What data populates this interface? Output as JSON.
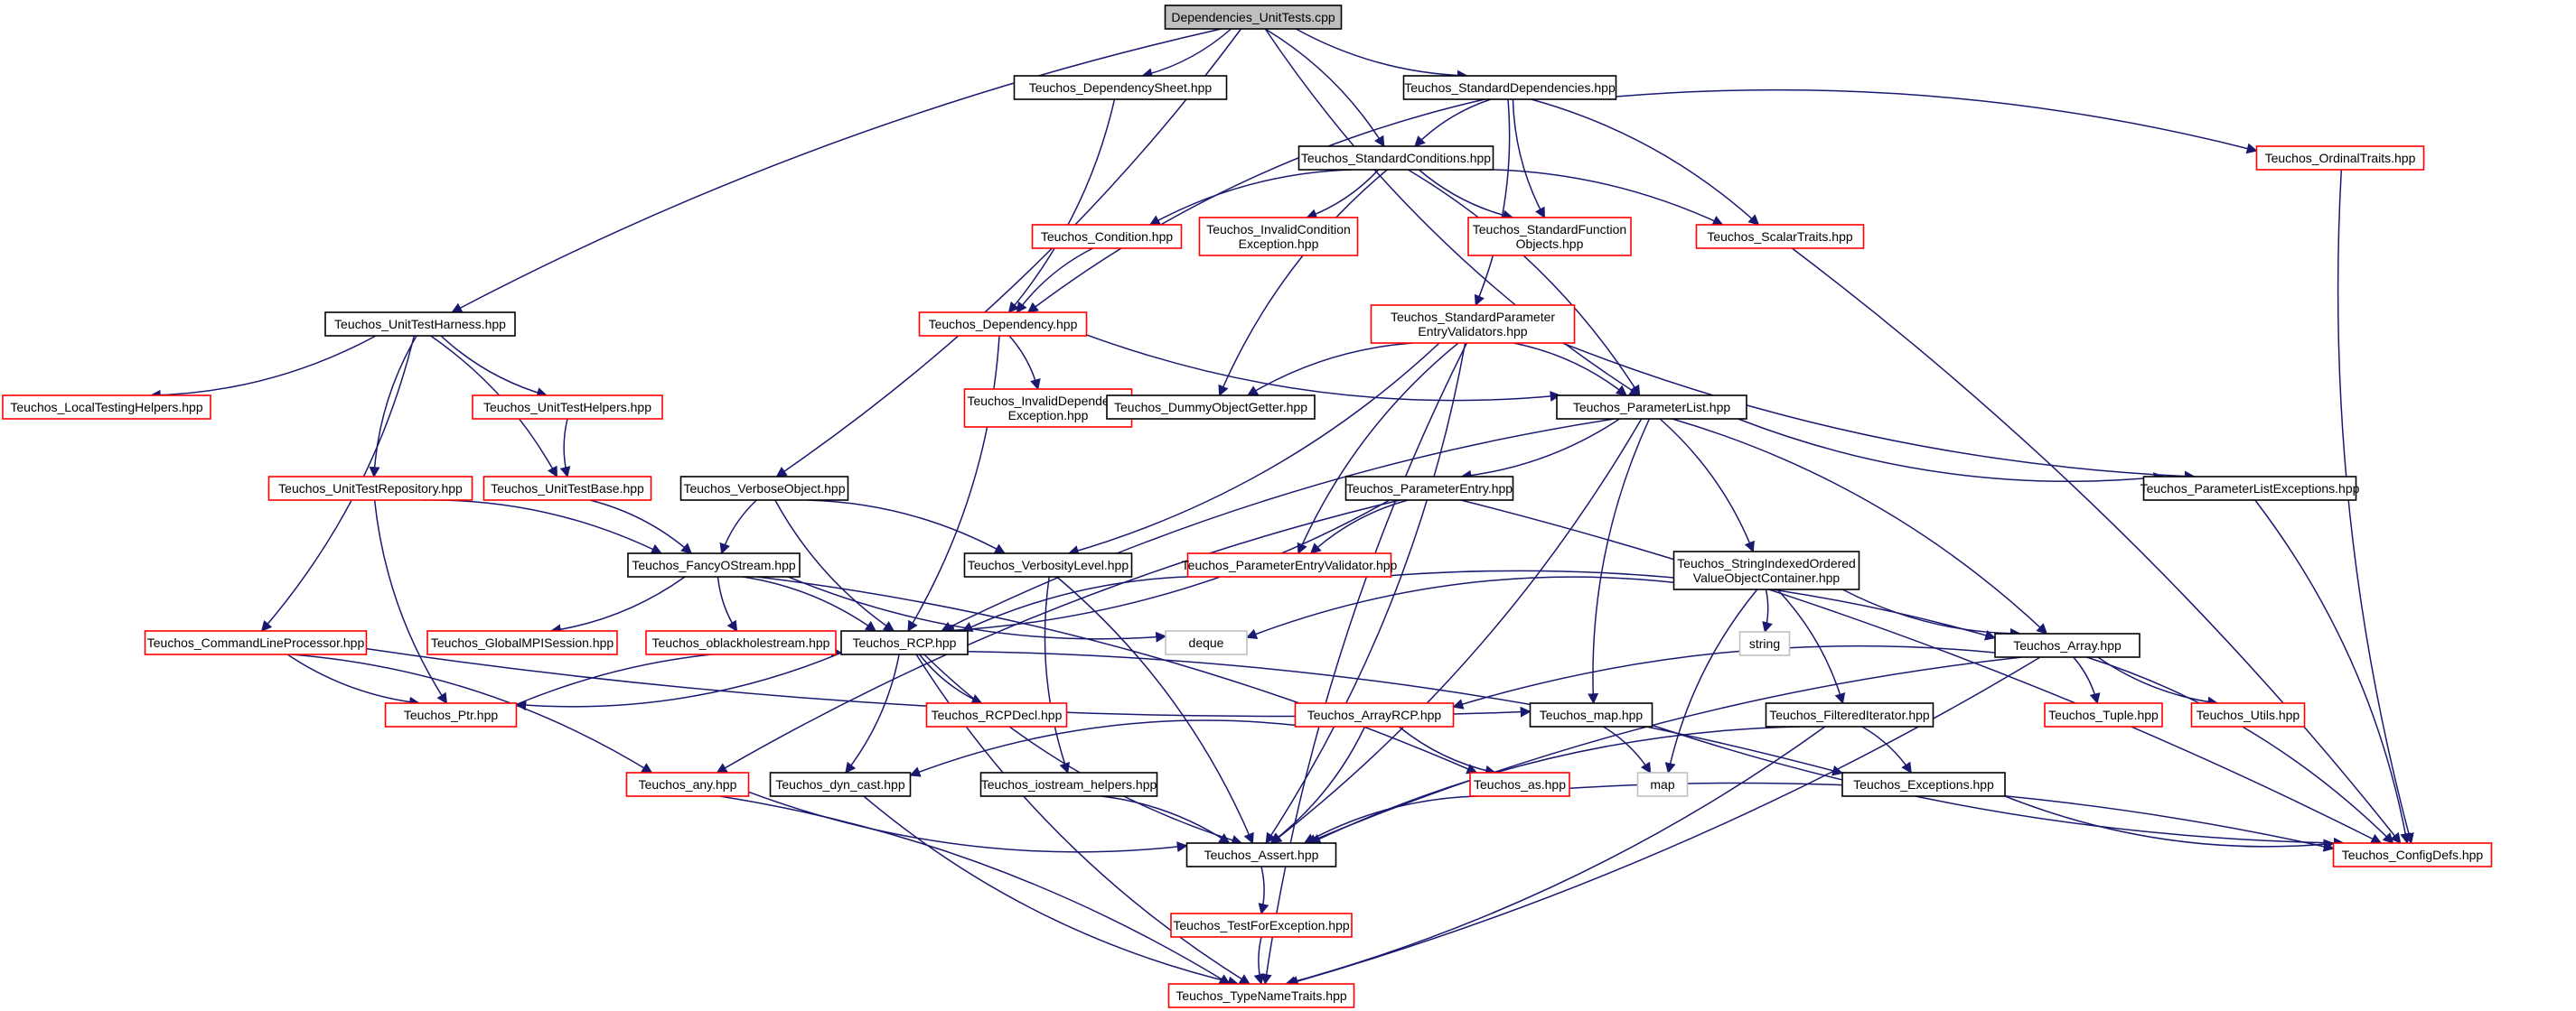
{
  "diagram": {
    "type": "dependency-graph",
    "colors": {
      "edge": "#191970",
      "node_documented": "#000000",
      "node_undocumented": "#ff0000",
      "node_system": "#bfbfbf",
      "root_fill": "#bfbfbf"
    },
    "nodes": [
      {
        "id": "root",
        "lines": [
          "Dependencies_UnitTests.cpp"
        ],
        "kind": "root"
      },
      {
        "id": "depsheet",
        "lines": [
          "Teuchos_DependencySheet.hpp"
        ],
        "kind": "documented"
      },
      {
        "id": "stddeps",
        "lines": [
          "Teuchos_StandardDependencies.hpp"
        ],
        "kind": "documented"
      },
      {
        "id": "stdcond",
        "lines": [
          "Teuchos_StandardConditions.hpp"
        ],
        "kind": "documented"
      },
      {
        "id": "ordinal",
        "lines": [
          "Teuchos_OrdinalTraits.hpp"
        ],
        "kind": "undocumented"
      },
      {
        "id": "condition",
        "lines": [
          "Teuchos_Condition.hpp"
        ],
        "kind": "undocumented"
      },
      {
        "id": "invcond",
        "lines": [
          "Teuchos_InvalidCondition",
          "Exception.hpp"
        ],
        "kind": "undocumented"
      },
      {
        "id": "stdfunc",
        "lines": [
          "Teuchos_StandardFunction",
          "Objects.hpp"
        ],
        "kind": "undocumented"
      },
      {
        "id": "scalar",
        "lines": [
          "Teuchos_ScalarTraits.hpp"
        ],
        "kind": "undocumented"
      },
      {
        "id": "uth",
        "lines": [
          "Teuchos_UnitTestHarness.hpp"
        ],
        "kind": "documented"
      },
      {
        "id": "dependency",
        "lines": [
          "Teuchos_Dependency.hpp"
        ],
        "kind": "undocumented"
      },
      {
        "id": "spev",
        "lines": [
          "Teuchos_StandardParameter",
          "EntryValidators.hpp"
        ],
        "kind": "undocumented"
      },
      {
        "id": "ltest",
        "lines": [
          "Teuchos_LocalTestingHelpers.hpp"
        ],
        "kind": "undocumented"
      },
      {
        "id": "uthelp",
        "lines": [
          "Teuchos_UnitTestHelpers.hpp"
        ],
        "kind": "undocumented"
      },
      {
        "id": "invdep",
        "lines": [
          "Teuchos_InvalidDependency",
          "Exception.hpp"
        ],
        "kind": "undocumented"
      },
      {
        "id": "dummy",
        "lines": [
          "Teuchos_DummyObjectGetter.hpp"
        ],
        "kind": "documented"
      },
      {
        "id": "plist",
        "lines": [
          "Teuchos_ParameterList.hpp"
        ],
        "kind": "documented"
      },
      {
        "id": "utrepo",
        "lines": [
          "Teuchos_UnitTestRepository.hpp"
        ],
        "kind": "undocumented"
      },
      {
        "id": "utbase",
        "lines": [
          "Teuchos_UnitTestBase.hpp"
        ],
        "kind": "undocumented"
      },
      {
        "id": "verbobj",
        "lines": [
          "Teuchos_VerboseObject.hpp"
        ],
        "kind": "documented"
      },
      {
        "id": "pentry",
        "lines": [
          "Teuchos_ParameterEntry.hpp"
        ],
        "kind": "documented"
      },
      {
        "id": "plexc",
        "lines": [
          "Teuchos_ParameterListExceptions.hpp"
        ],
        "kind": "documented"
      },
      {
        "id": "fos",
        "lines": [
          "Teuchos_FancyOStream.hpp"
        ],
        "kind": "documented"
      },
      {
        "id": "verblevel",
        "lines": [
          "Teuchos_VerbosityLevel.hpp"
        ],
        "kind": "documented"
      },
      {
        "id": "pev",
        "lines": [
          "Teuchos_ParameterEntryValidator.hpp"
        ],
        "kind": "undocumented"
      },
      {
        "id": "sivoc",
        "lines": [
          "Teuchos_StringIndexedOrdered",
          "ValueObjectContainer.hpp"
        ],
        "kind": "documented"
      },
      {
        "id": "cmdline",
        "lines": [
          "Teuchos_CommandLineProcessor.hpp"
        ],
        "kind": "undocumented"
      },
      {
        "id": "gmpi",
        "lines": [
          "Teuchos_GlobalMPISession.hpp"
        ],
        "kind": "undocumented"
      },
      {
        "id": "oblack",
        "lines": [
          "Teuchos_oblackholestream.hpp"
        ],
        "kind": "undocumented"
      },
      {
        "id": "rcp",
        "lines": [
          "Teuchos_RCP.hpp"
        ],
        "kind": "documented"
      },
      {
        "id": "deque",
        "lines": [
          "deque"
        ],
        "kind": "system"
      },
      {
        "id": "string",
        "lines": [
          "string"
        ],
        "kind": "system"
      },
      {
        "id": "array",
        "lines": [
          "Teuchos_Array.hpp"
        ],
        "kind": "documented"
      },
      {
        "id": "ptr",
        "lines": [
          "Teuchos_Ptr.hpp"
        ],
        "kind": "undocumented"
      },
      {
        "id": "rcpdecl",
        "lines": [
          "Teuchos_RCPDecl.hpp"
        ],
        "kind": "undocumented"
      },
      {
        "id": "arcp",
        "lines": [
          "Teuchos_ArrayRCP.hpp"
        ],
        "kind": "undocumented"
      },
      {
        "id": "map",
        "lines": [
          "Teuchos_map.hpp"
        ],
        "kind": "documented"
      },
      {
        "id": "filtit",
        "lines": [
          "Teuchos_FilteredIterator.hpp"
        ],
        "kind": "documented"
      },
      {
        "id": "tuple",
        "lines": [
          "Teuchos_Tuple.hpp"
        ],
        "kind": "undocumented"
      },
      {
        "id": "utils",
        "lines": [
          "Teuchos_Utils.hpp"
        ],
        "kind": "undocumented"
      },
      {
        "id": "any",
        "lines": [
          "Teuchos_any.hpp"
        ],
        "kind": "undocumented"
      },
      {
        "id": "dyncast",
        "lines": [
          "Teuchos_dyn_cast.hpp"
        ],
        "kind": "documented"
      },
      {
        "id": "iohelp",
        "lines": [
          "Teuchos_iostream_helpers.hpp"
        ],
        "kind": "documented"
      },
      {
        "id": "as",
        "lines": [
          "Teuchos_as.hpp"
        ],
        "kind": "undocumented"
      },
      {
        "id": "stdmap",
        "lines": [
          "map"
        ],
        "kind": "system"
      },
      {
        "id": "exceptions",
        "lines": [
          "Teuchos_Exceptions.hpp"
        ],
        "kind": "documented"
      },
      {
        "id": "assert",
        "lines": [
          "Teuchos_Assert.hpp"
        ],
        "kind": "documented"
      },
      {
        "id": "config",
        "lines": [
          "Teuchos_ConfigDefs.hpp"
        ],
        "kind": "undocumented"
      },
      {
        "id": "tfe",
        "lines": [
          "Teuchos_TestForException.hpp"
        ],
        "kind": "undocumented"
      },
      {
        "id": "tnt",
        "lines": [
          "Teuchos_TypeNameTraits.hpp"
        ],
        "kind": "undocumented"
      }
    ],
    "edges": [
      [
        "root",
        "depsheet"
      ],
      [
        "root",
        "stddeps"
      ],
      [
        "root",
        "stdcond"
      ],
      [
        "root",
        "uth"
      ],
      [
        "root",
        "verbobj"
      ],
      [
        "root",
        "plist"
      ],
      [
        "depsheet",
        "dependency"
      ],
      [
        "stddeps",
        "stdcond"
      ],
      [
        "stddeps",
        "ordinal"
      ],
      [
        "stddeps",
        "stdfunc"
      ],
      [
        "stddeps",
        "scalar"
      ],
      [
        "stddeps",
        "dependency"
      ],
      [
        "stddeps",
        "spev"
      ],
      [
        "stdcond",
        "condition"
      ],
      [
        "stdcond",
        "invcond"
      ],
      [
        "stdcond",
        "stdfunc"
      ],
      [
        "stdcond",
        "scalar"
      ],
      [
        "stdcond",
        "dummy"
      ],
      [
        "stdcond",
        "plist"
      ],
      [
        "condition",
        "dependency"
      ],
      [
        "dependency",
        "invdep"
      ],
      [
        "dependency",
        "plist"
      ],
      [
        "dependency",
        "rcp"
      ],
      [
        "spev",
        "dummy"
      ],
      [
        "spev",
        "plist"
      ],
      [
        "spev",
        "plexc"
      ],
      [
        "spev",
        "verblevel"
      ],
      [
        "spev",
        "pev"
      ],
      [
        "spev",
        "assert"
      ],
      [
        "spev",
        "tnt"
      ],
      [
        "uth",
        "ltest"
      ],
      [
        "uth",
        "uthelp"
      ],
      [
        "uth",
        "utbase"
      ],
      [
        "uth",
        "utrepo"
      ],
      [
        "uth",
        "cmdline"
      ],
      [
        "uthelp",
        "utbase"
      ],
      [
        "utrepo",
        "fos"
      ],
      [
        "utrepo",
        "ptr"
      ],
      [
        "utbase",
        "fos"
      ],
      [
        "verbobj",
        "fos"
      ],
      [
        "verbobj",
        "verblevel"
      ],
      [
        "verbobj",
        "rcp"
      ],
      [
        "plist",
        "pentry"
      ],
      [
        "plist",
        "plexc"
      ],
      [
        "plist",
        "sivoc"
      ],
      [
        "plist",
        "rcp"
      ],
      [
        "plist",
        "array"
      ],
      [
        "plist",
        "map"
      ],
      [
        "plist",
        "assert"
      ],
      [
        "pentry",
        "pev"
      ],
      [
        "pentry",
        "rcp"
      ],
      [
        "pentry",
        "any"
      ],
      [
        "pentry",
        "config"
      ],
      [
        "pev",
        "rcp"
      ],
      [
        "pev",
        "array"
      ],
      [
        "sivoc",
        "deque"
      ],
      [
        "sivoc",
        "string"
      ],
      [
        "sivoc",
        "array"
      ],
      [
        "sivoc",
        "filtit"
      ],
      [
        "sivoc",
        "stdmap"
      ],
      [
        "fos",
        "gmpi"
      ],
      [
        "fos",
        "oblack"
      ],
      [
        "fos",
        "rcp"
      ],
      [
        "fos",
        "deque"
      ],
      [
        "fos",
        "as"
      ],
      [
        "verblevel",
        "iohelp"
      ],
      [
        "verblevel",
        "assert"
      ],
      [
        "cmdline",
        "ptr"
      ],
      [
        "cmdline",
        "any"
      ],
      [
        "cmdline",
        "map"
      ],
      [
        "rcp",
        "ptr"
      ],
      [
        "rcp",
        "rcpdecl"
      ],
      [
        "rcp",
        "dyncast"
      ],
      [
        "rcp",
        "assert"
      ],
      [
        "rcp",
        "exceptions"
      ],
      [
        "rcp",
        "tnt"
      ],
      [
        "ptr",
        "rcp"
      ],
      [
        "array",
        "arcp"
      ],
      [
        "array",
        "tuple"
      ],
      [
        "array",
        "utils"
      ],
      [
        "array",
        "config"
      ],
      [
        "array",
        "assert"
      ],
      [
        "array",
        "tnt"
      ],
      [
        "arcp",
        "as"
      ],
      [
        "arcp",
        "assert"
      ],
      [
        "arcp",
        "dyncast"
      ],
      [
        "map",
        "stdmap"
      ],
      [
        "map",
        "config"
      ],
      [
        "filtit",
        "exceptions"
      ],
      [
        "filtit",
        "assert"
      ],
      [
        "filtit",
        "tnt"
      ],
      [
        "any",
        "assert"
      ],
      [
        "any",
        "tnt"
      ],
      [
        "dyncast",
        "tnt"
      ],
      [
        "iohelp",
        "assert"
      ],
      [
        "as",
        "assert"
      ],
      [
        "as",
        "config"
      ],
      [
        "exceptions",
        "config"
      ],
      [
        "assert",
        "tfe"
      ],
      [
        "tfe",
        "tnt"
      ],
      [
        "scalar",
        "config"
      ],
      [
        "ordinal",
        "config"
      ],
      [
        "plexc",
        "config"
      ]
    ]
  }
}
